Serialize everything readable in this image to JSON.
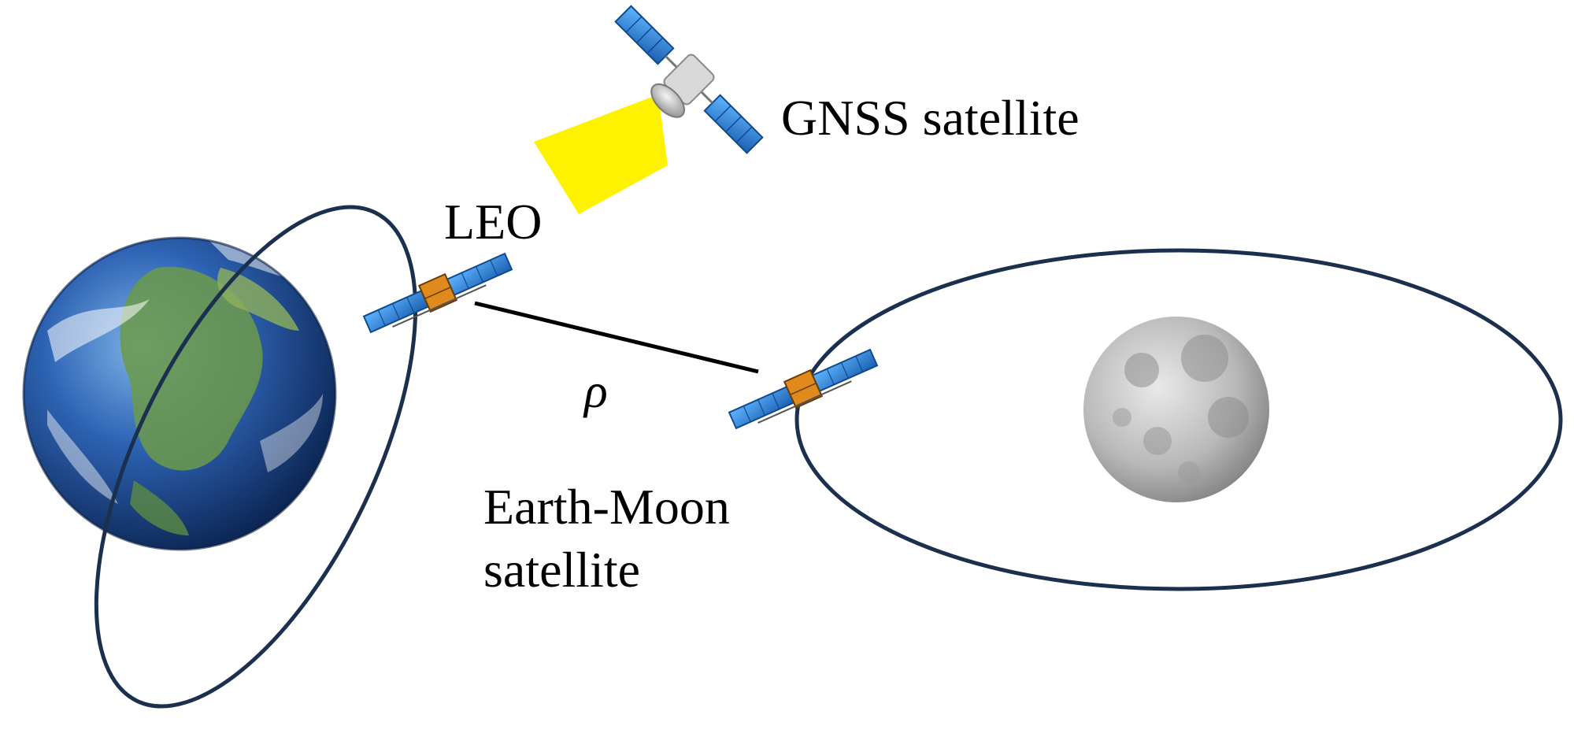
{
  "labels": {
    "gnss": "GNSS satellite",
    "leo": "LEO",
    "rho": "ρ",
    "earth_moon_line1": "Earth-Moon",
    "earth_moon_line2": "satellite"
  },
  "colors": {
    "orbit": "#1b2f4e",
    "signal_beam": "#fff200",
    "link_line": "#000000",
    "solar_panel": "#2a86d6",
    "satellite_bus": "#e08a1e",
    "earth_ocean": "#1a4f9c",
    "earth_land": "#6c9a4a",
    "moon": "#b8b8b8"
  },
  "icons": [
    "earth-icon",
    "moon-icon",
    "gnss-satellite-icon",
    "leo-satellite-icon",
    "earth-moon-satellite-icon"
  ]
}
